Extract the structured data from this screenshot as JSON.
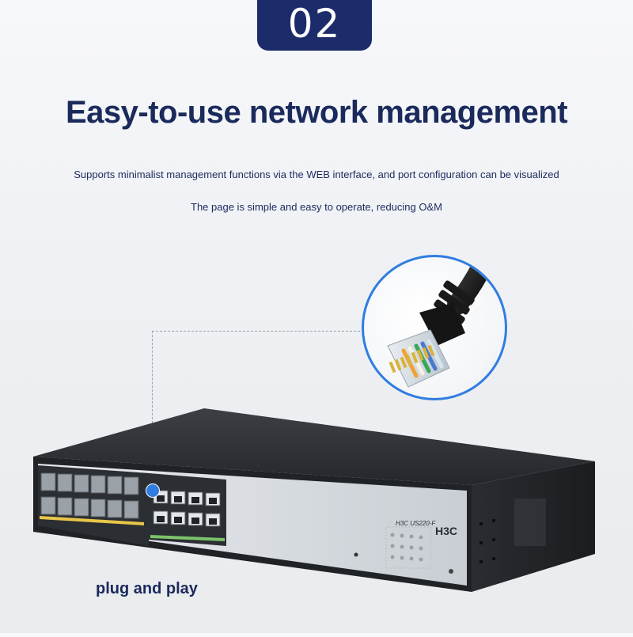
{
  "badge": {
    "number": "02"
  },
  "headline": "Easy-to-use network management",
  "subtitles": [
    "Supports minimalist management functions via the WEB interface, and port configuration can be visualized",
    "The page is simple and easy to operate, reducing O&M"
  ],
  "device": {
    "brand": "H3C",
    "model": "H3C US220-F"
  },
  "tagline": "plug and play",
  "colors": {
    "badge_bg": "#1c2c6b",
    "text_primary": "#1b2a5c",
    "accent_blue": "#2f7de0",
    "sfp_label_yellow": "#e8c64a",
    "rj45_label_green": "#7cc36a"
  },
  "icons": {
    "connector": "rj45-connector-icon",
    "callout": "callout-dot-icon"
  }
}
